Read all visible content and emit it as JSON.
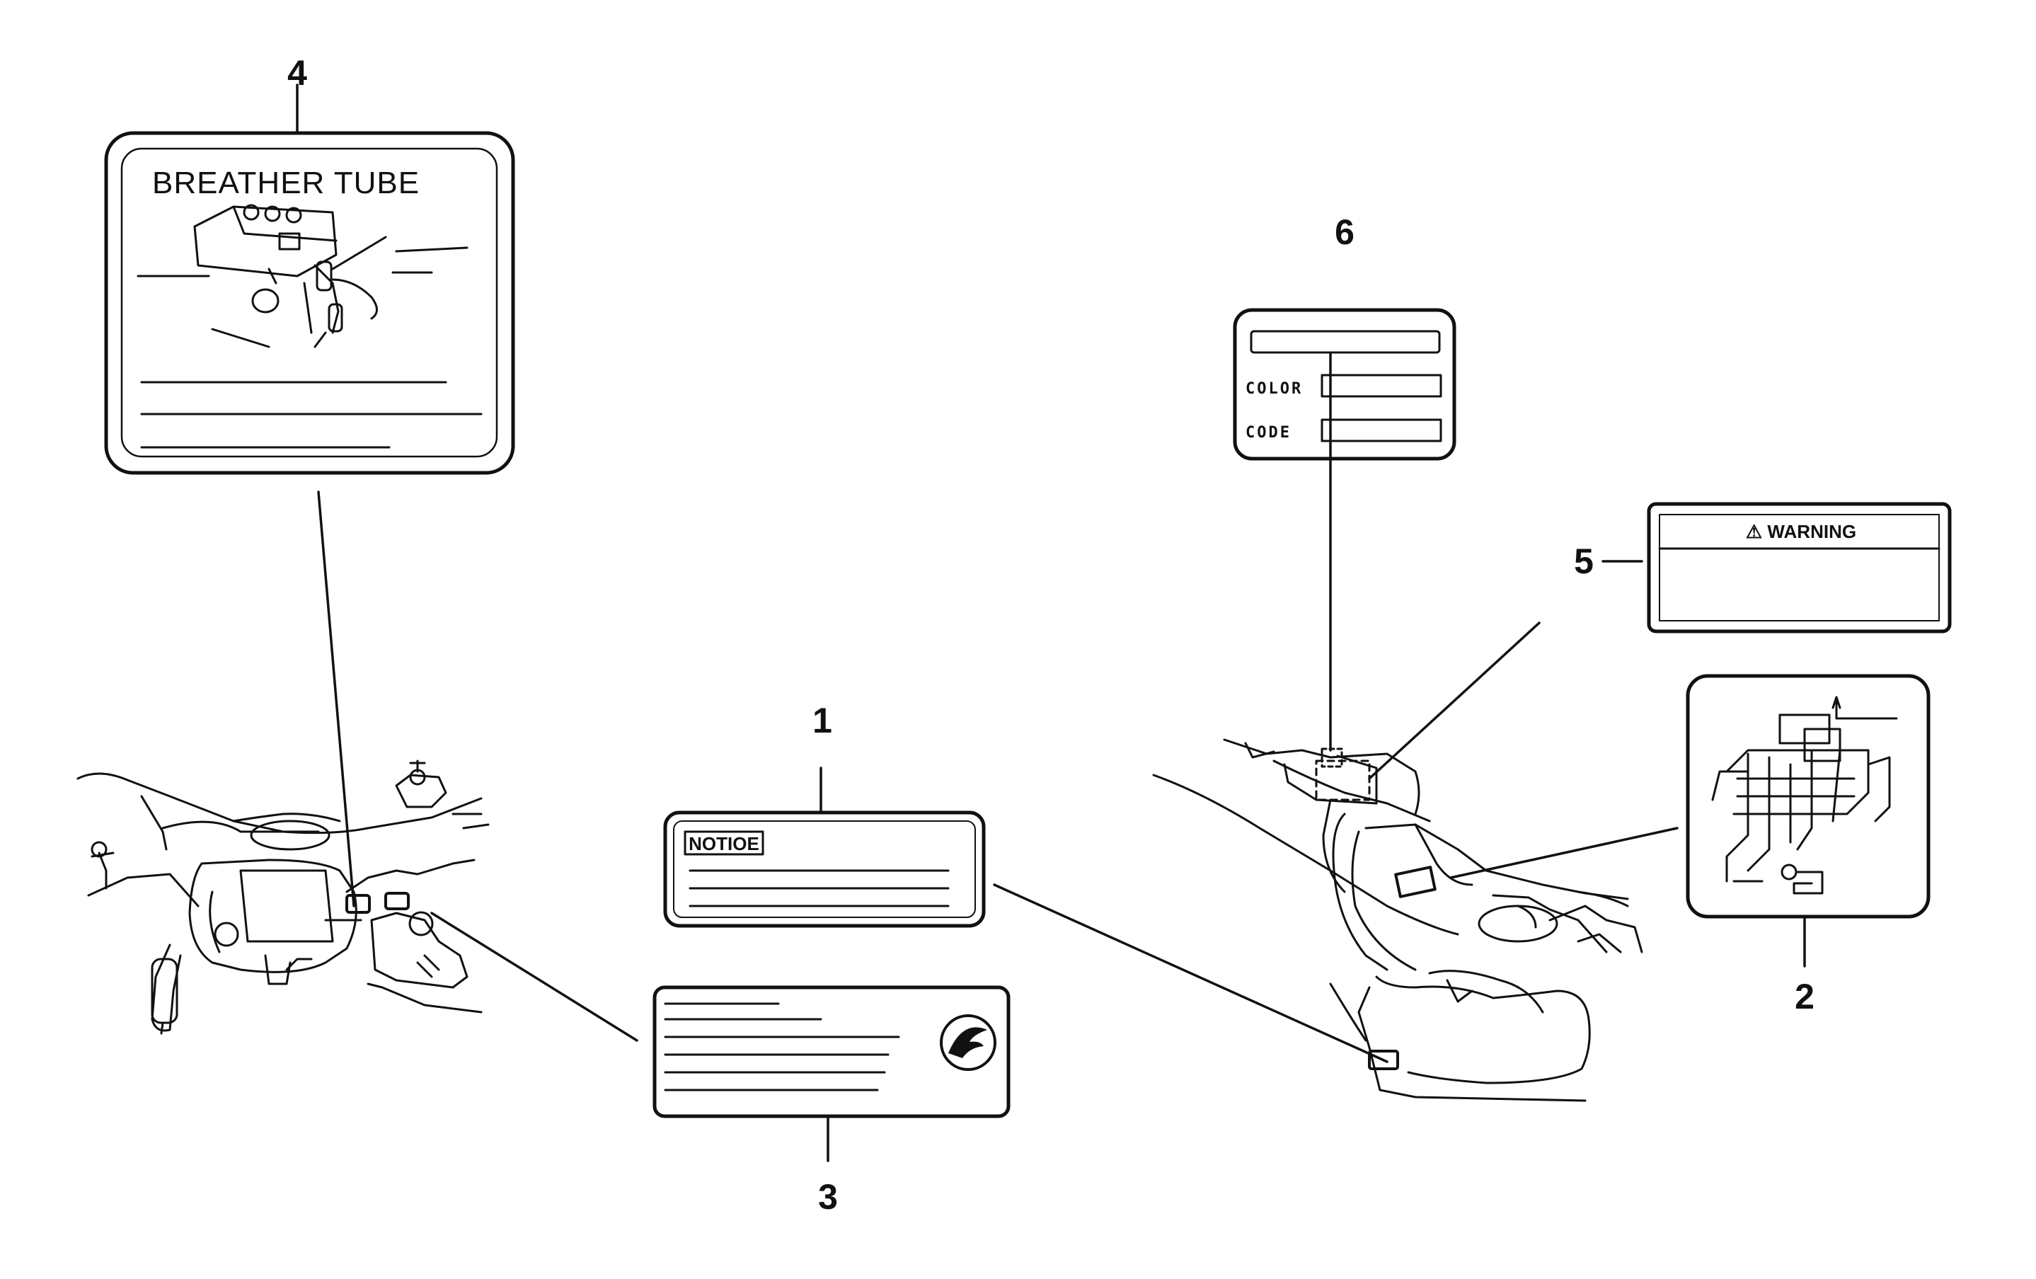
{
  "callouts": {
    "c1": "1",
    "c2": "2",
    "c3": "3",
    "c4": "4",
    "c5": "5",
    "c6": "6"
  },
  "labels": {
    "breather": {
      "title": "BREATHER TUBE"
    },
    "notice": {
      "heading": "NOTIOE"
    },
    "color_code": {
      "color": "COLOR",
      "code": "CODE"
    },
    "warning": {
      "heading": "⚠ WARNING"
    }
  }
}
